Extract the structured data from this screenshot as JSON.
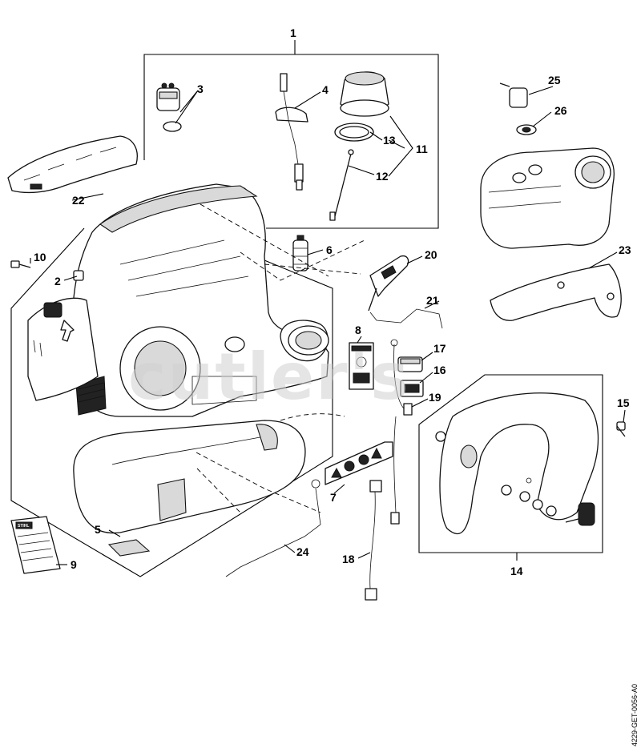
{
  "diagram": {
    "doc_id": "4229-GET-0056-A0",
    "watermark": "cutler's",
    "logo_text": "STIHL",
    "callouts": [
      "1",
      "2",
      "3",
      "4",
      "5",
      "6",
      "7",
      "8",
      "9",
      "10",
      "11",
      "12",
      "13",
      "14",
      "15",
      "16",
      "17",
      "18",
      "19",
      "20",
      "21",
      "22",
      "23",
      "24",
      "25",
      "26"
    ]
  }
}
